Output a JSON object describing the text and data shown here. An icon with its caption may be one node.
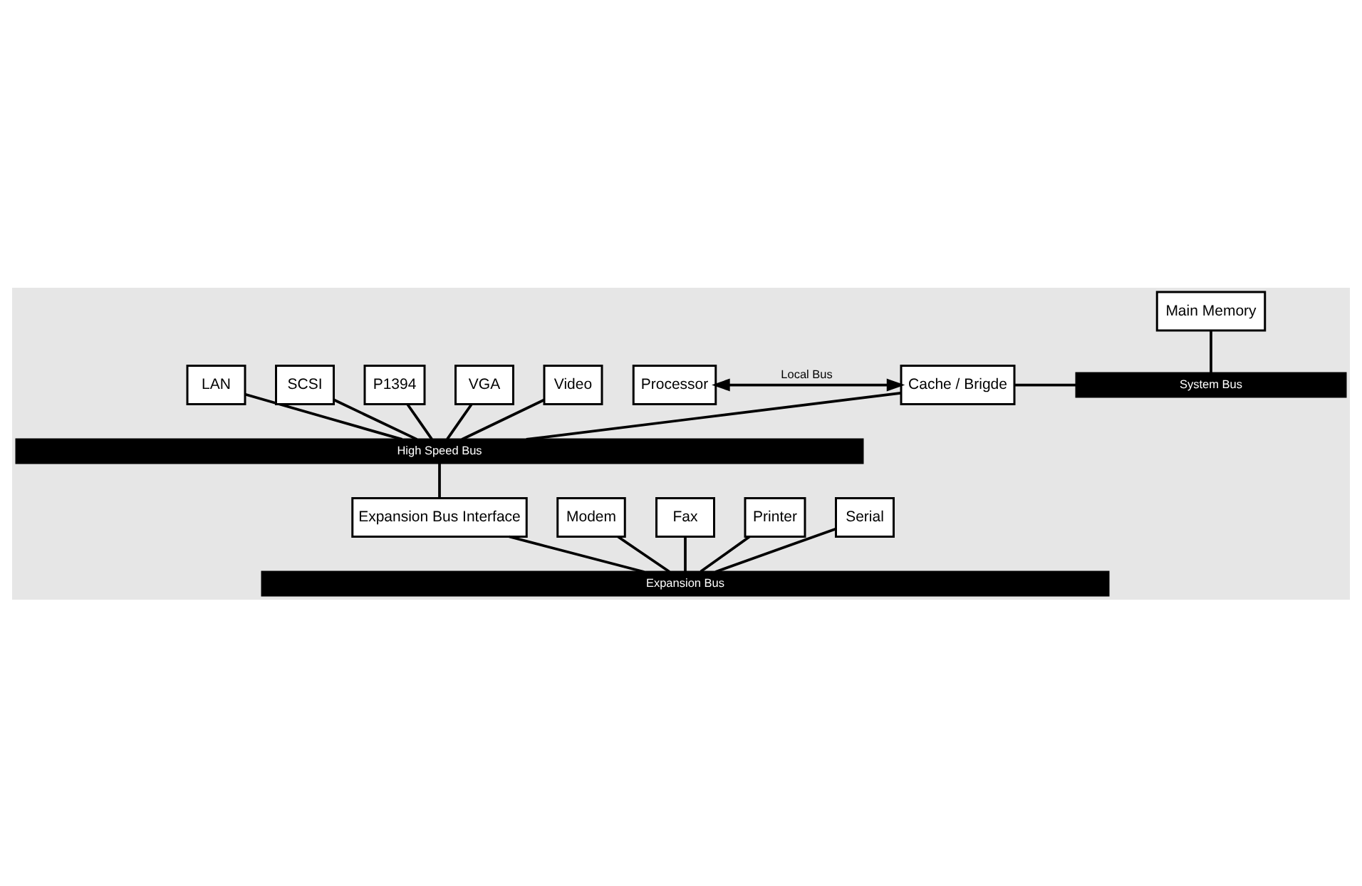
{
  "diagram": {
    "nodes": [
      {
        "text": [
          "Main Memory"
        ]
      },
      {
        "text": [
          "Processor"
        ]
      },
      {
        "text": [
          "Cache / Brigde"
        ]
      },
      {
        "text": [
          "System Bus"
        ]
      },
      {
        "text": [
          "LAN"
        ]
      },
      {
        "text": [
          "SCSI"
        ]
      },
      {
        "text": [
          "P1394"
        ]
      },
      {
        "text": [
          "VGA"
        ]
      },
      {
        "text": [
          "Video"
        ]
      },
      {
        "text": [
          "High Speed Bus"
        ]
      },
      {
        "text": [
          "Expansion Bus Interface"
        ]
      },
      {
        "text": [
          "Modem"
        ]
      },
      {
        "text": [
          "Fax"
        ]
      },
      {
        "text": [
          "Printer"
        ]
      },
      {
        "text": [
          "Serial"
        ]
      },
      {
        "text": [
          "Expansion Bus"
        ]
      }
    ],
    "edges": [
      {
        "from": 1,
        "to": 2,
        "arrow": "both",
        "label": "Local Bus"
      },
      {
        "from": 0,
        "to": 3,
        "arrow": "none"
      },
      {
        "from": 2,
        "to": 3,
        "arrow": "none"
      },
      {
        "from": 2,
        "to": 9,
        "arrow": "none"
      },
      {
        "from": 4,
        "to": 9,
        "arrow": "none"
      },
      {
        "from": 5,
        "to": 9,
        "arrow": "none"
      },
      {
        "from": 6,
        "to": 9,
        "arrow": "none"
      },
      {
        "from": 7,
        "to": 9,
        "arrow": "none"
      },
      {
        "from": 8,
        "to": 9,
        "arrow": "none"
      },
      {
        "from": 9,
        "to": 10,
        "arrow": "none"
      },
      {
        "from": 11,
        "to": 15,
        "arrow": "none"
      },
      {
        "from": 12,
        "to": 15,
        "arrow": "none"
      },
      {
        "from": 10,
        "to": 15,
        "arrow": "none"
      },
      {
        "from": 13,
        "to": 15,
        "arrow": "none"
      },
      {
        "from": 14,
        "to": 15,
        "arrow": "none"
      }
    ]
  }
}
